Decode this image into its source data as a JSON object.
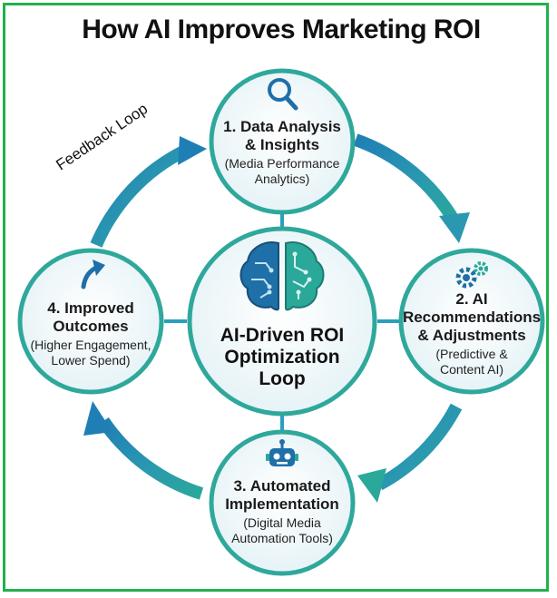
{
  "title": "How AI Improves Marketing ROI",
  "center": {
    "line1": "AI-Driven ROI",
    "line2": "Optimization",
    "line3": "Loop",
    "icon": "brain-circuit-icon"
  },
  "feedback_label": "Feedback Loop",
  "nodes": [
    {
      "icon": "magnifier-icon",
      "title1": "1. Data Analysis",
      "title2": "& Insights",
      "sub1": "(Media Performance",
      "sub2": "Analytics)"
    },
    {
      "icon": "gears-icon",
      "title1": "2. AI",
      "title2": "Recommendations",
      "title3": "& Adjustments",
      "sub1": "(Predictive &",
      "sub2": "Content AI)"
    },
    {
      "icon": "robot-icon",
      "title1": "3. Automated",
      "title2": "Implementation",
      "sub1": "(Digital Media",
      "sub2": "Automation Tools)"
    },
    {
      "icon": "up-arrow-icon",
      "title1": "4. Improved",
      "title2": "Outcomes",
      "sub1": "(Higher Engagement,",
      "sub2": "Lower Spend)"
    }
  ],
  "colors": {
    "frame": "#22b14c",
    "ring_blue": "#1f7fb5",
    "ring_teal": "#2aa89a",
    "circle_fill": "#eaf5f8",
    "circle_stroke": "#2fa89c",
    "connector": "#2a9fbf",
    "icon_blue": "#1f6fa8",
    "icon_teal": "#2aa89a"
  }
}
